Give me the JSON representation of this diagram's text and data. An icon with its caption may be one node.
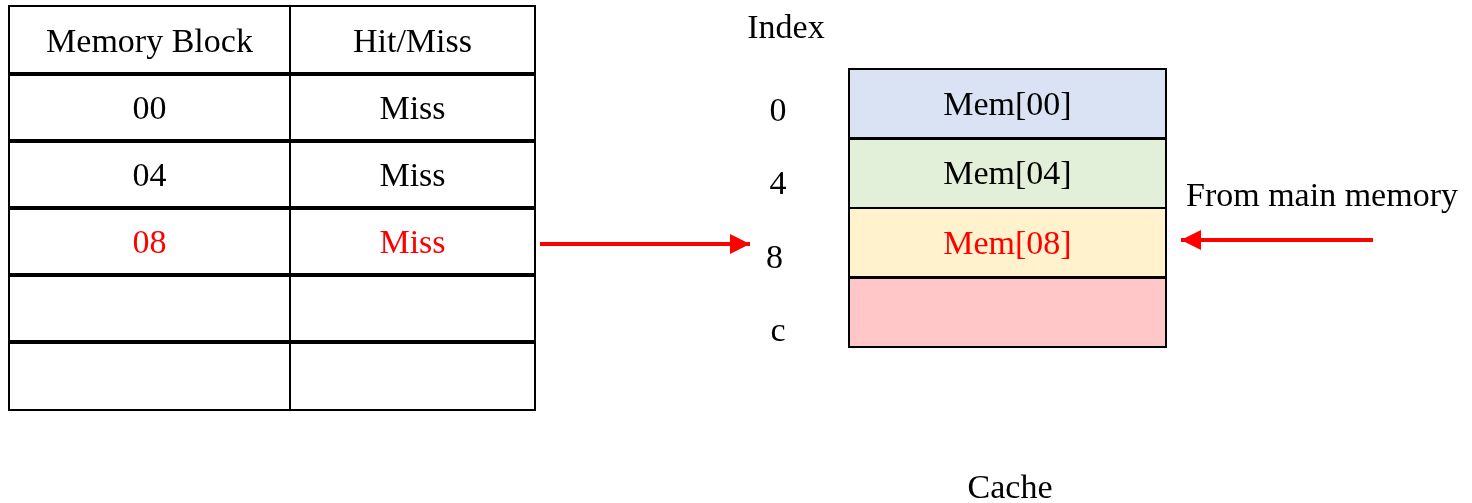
{
  "diagram": {
    "caption": "Cache",
    "nodes": [
      {
        "text": [
          "8"
        ]
      },
      {
        "text": [
          "Mem[00]"
        ]
      },
      {
        "text": [
          "Mem[04]"
        ]
      },
      {
        "text": [
          "Mem[08]"
        ]
      },
      {
        "text": [],
        "shape": "box"
      },
      {
        "text": [
          "From main memory"
        ]
      },
      {
        "text": [
          "Miss"
        ]
      }
    ],
    "edges": [
      {
        "from": 6,
        "to": 0,
        "arrow": "to"
      },
      {
        "from": 5,
        "to": 3,
        "arrow": "to"
      }
    ],
    "labels": [
      "Memory Block",
      "Hit/Miss",
      "00",
      "Miss",
      "04",
      "Miss",
      "08",
      "Index",
      "0",
      "4",
      "c"
    ]
  }
}
